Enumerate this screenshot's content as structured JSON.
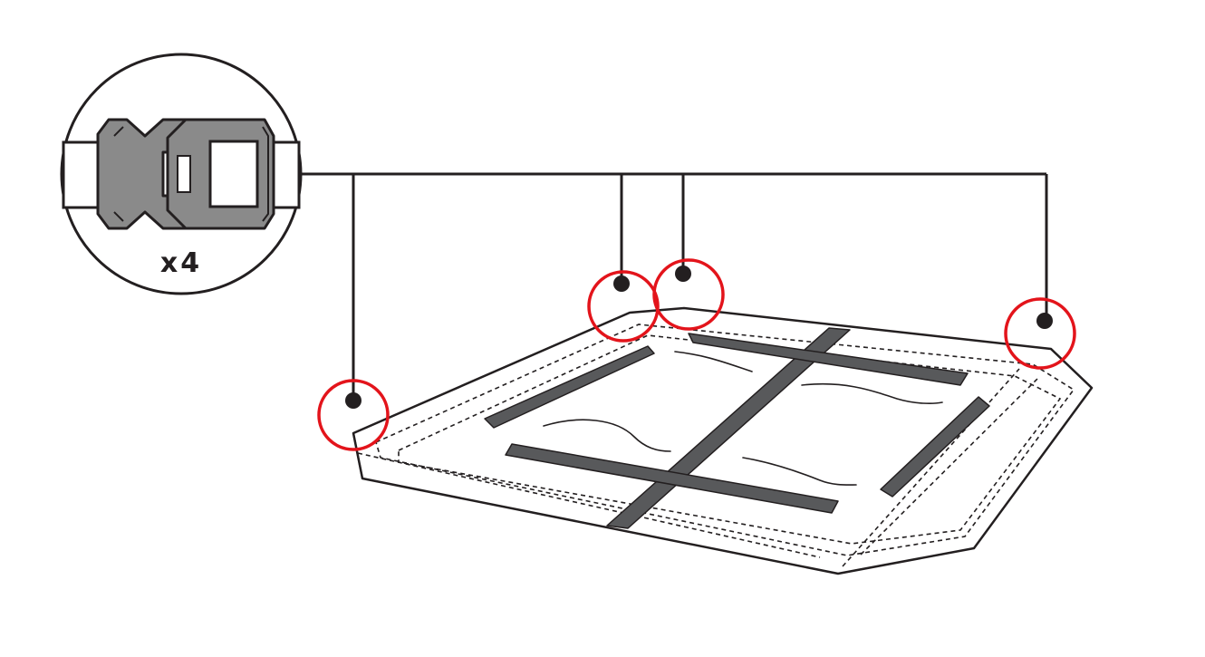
{
  "inset": {
    "quantity_label": "x4",
    "part_icon": "side-release-buckle-icon"
  },
  "callouts": {
    "count": 4,
    "marker_icon": "red-circle-marker"
  },
  "colors": {
    "line": "#231f20",
    "highlight": "#e3141b",
    "part_fill": "#8a8a8a",
    "strap_fill": "#58595b",
    "background": "#ffffff"
  }
}
